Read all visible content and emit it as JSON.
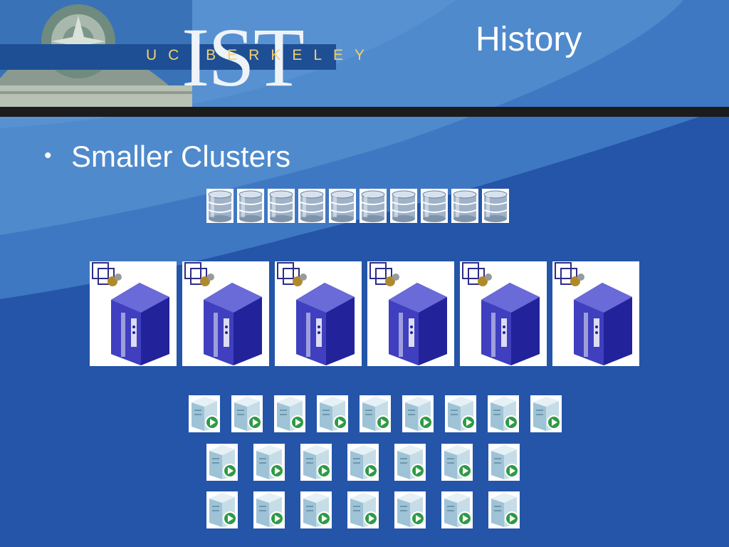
{
  "slide": {
    "title": "History",
    "logo": {
      "mark": "IST",
      "org": "UC BERKELEY"
    },
    "bullets": [
      "Smaller Clusters"
    ]
  },
  "diagram": {
    "storage": {
      "count": 10,
      "icon": "database-icon"
    },
    "servers": {
      "count": 6,
      "icon": "server-tower-icon"
    },
    "client_rows": [
      {
        "count": 9,
        "icon": "workstation-icon"
      },
      {
        "count": 7,
        "icon": "workstation-icon"
      },
      {
        "count": 7,
        "icon": "workstation-icon"
      }
    ]
  },
  "colors": {
    "background": "#2455a8",
    "accent": "#4a84c8",
    "rule": "#1c1c1c",
    "text": "#ffffff",
    "logo_gold": "#f4d06e"
  }
}
